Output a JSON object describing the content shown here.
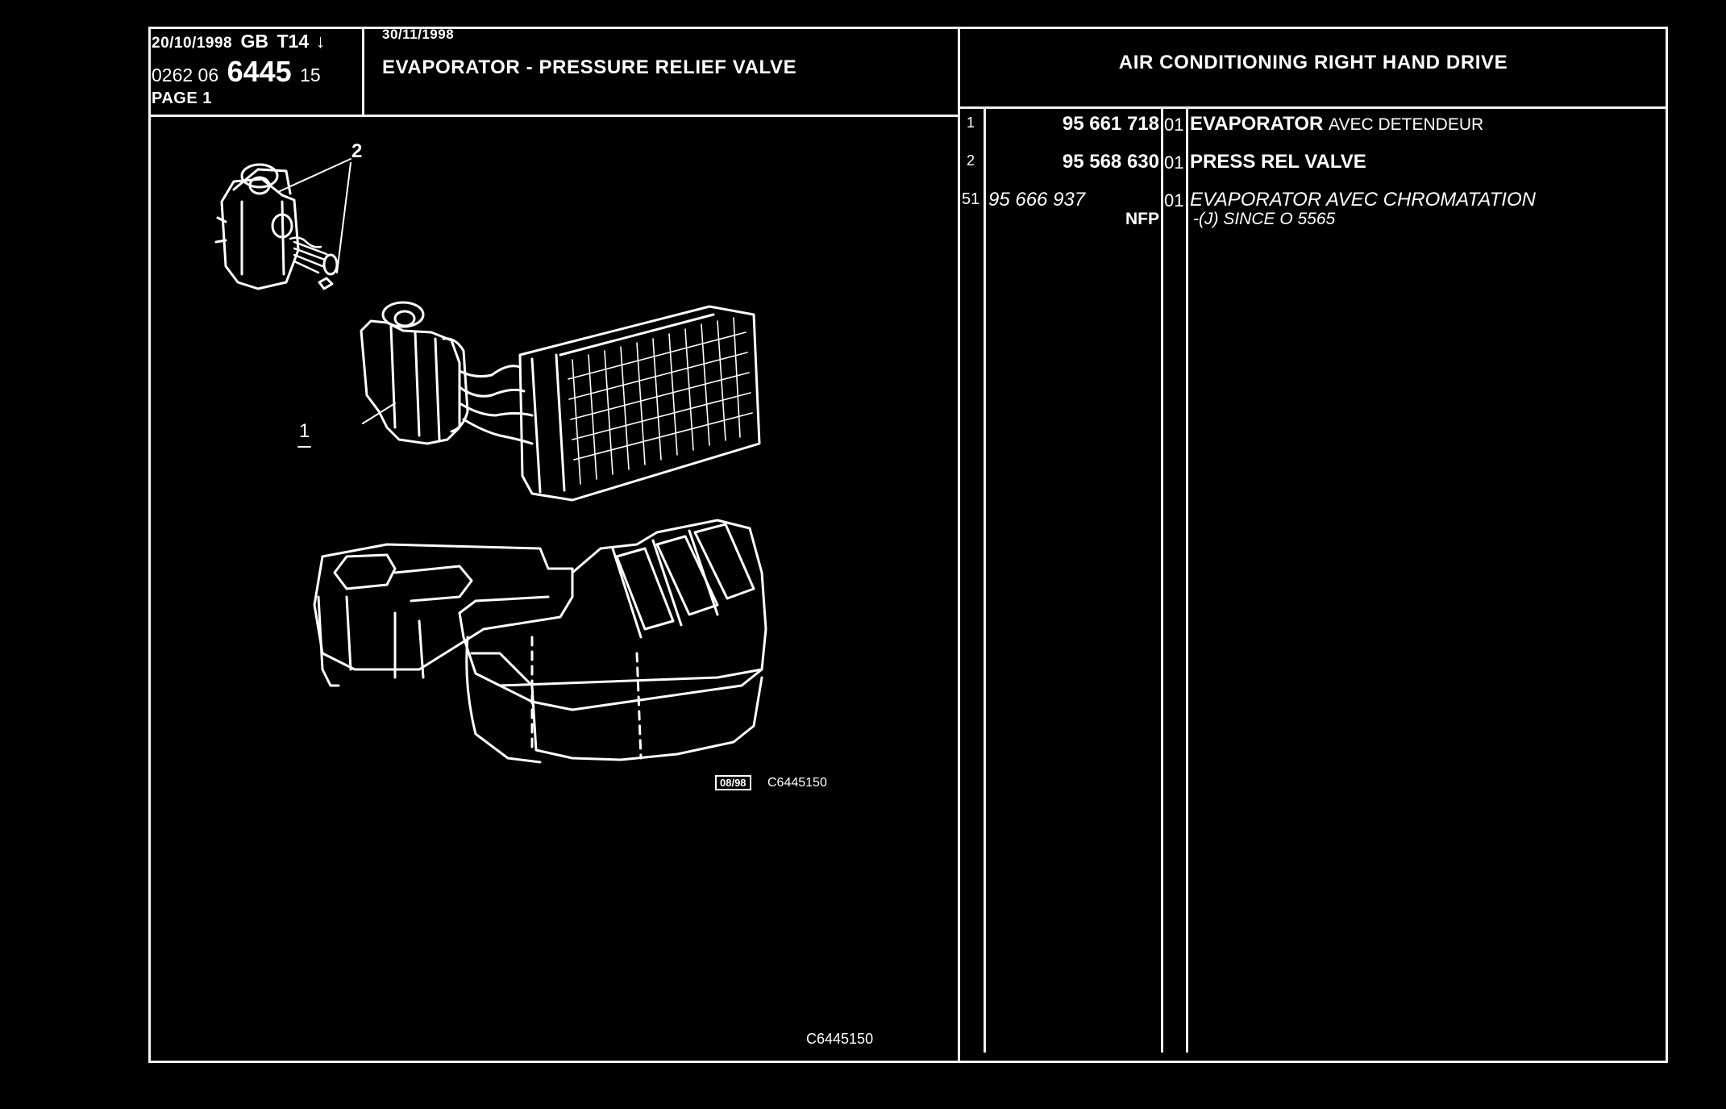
{
  "header": {
    "date1": "20/10/1998",
    "lang_code": "GB",
    "code_t": "T14",
    "down_arrow": "↓",
    "ref_prefix": "0262 06",
    "ref_main": "6445",
    "ref_suffix": "15",
    "page_label": "PAGE 1",
    "date2": "30/11/1998",
    "section_title": "EVAPORATOR - PRESSURE RELIEF VALVE",
    "right_title": "AIR CONDITIONING RIGHT HAND DRIVE"
  },
  "diagram": {
    "callout_1": "1",
    "callout_2": "2",
    "small_box": "08/98",
    "code_mid": "C6445150",
    "code_bottom": "C6445150"
  },
  "parts": [
    {
      "ref": "1",
      "part_number": "95 661 718",
      "qty": "01",
      "desc_main": "EVAPORATOR",
      "desc_extra": "AVEC DETENDEUR",
      "note": "",
      "nfp": ""
    },
    {
      "ref": "2",
      "part_number": "95 568 630",
      "qty": "01",
      "desc_main": "PRESS REL VALVE",
      "desc_extra": "",
      "note": "",
      "nfp": ""
    },
    {
      "ref": "51",
      "part_number": "95 666 937",
      "qty": "01",
      "desc_main": "EVAPORATOR AVEC CHROMATATION",
      "desc_extra": "",
      "note": "-(J) SINCE  O  5565",
      "nfp": "NFP"
    }
  ]
}
